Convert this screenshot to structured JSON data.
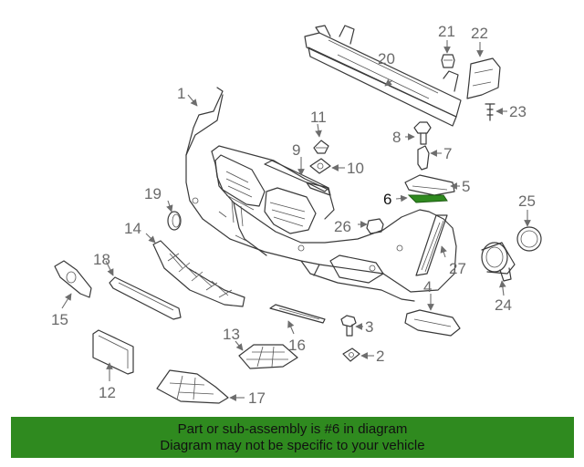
{
  "diagram": {
    "highlight_color": "#2f8a1f",
    "callouts": {
      "c1": "1",
      "c2": "2",
      "c3": "3",
      "c4": "4",
      "c5": "5",
      "c6": "6",
      "c7": "7",
      "c8": "8",
      "c9": "9",
      "c10": "10",
      "c11": "11",
      "c12": "12",
      "c13": "13",
      "c14": "14",
      "c15": "15",
      "c16": "16",
      "c17": "17",
      "c18": "18",
      "c19": "19",
      "c20": "20",
      "c21": "21",
      "c22": "22",
      "c23": "23",
      "c24": "24",
      "c25": "25",
      "c26": "26",
      "c27": "27"
    }
  },
  "banner": {
    "line1": "Part or sub-assembly is #6 in diagram",
    "line2": "Diagram may not be specific to your vehicle"
  }
}
